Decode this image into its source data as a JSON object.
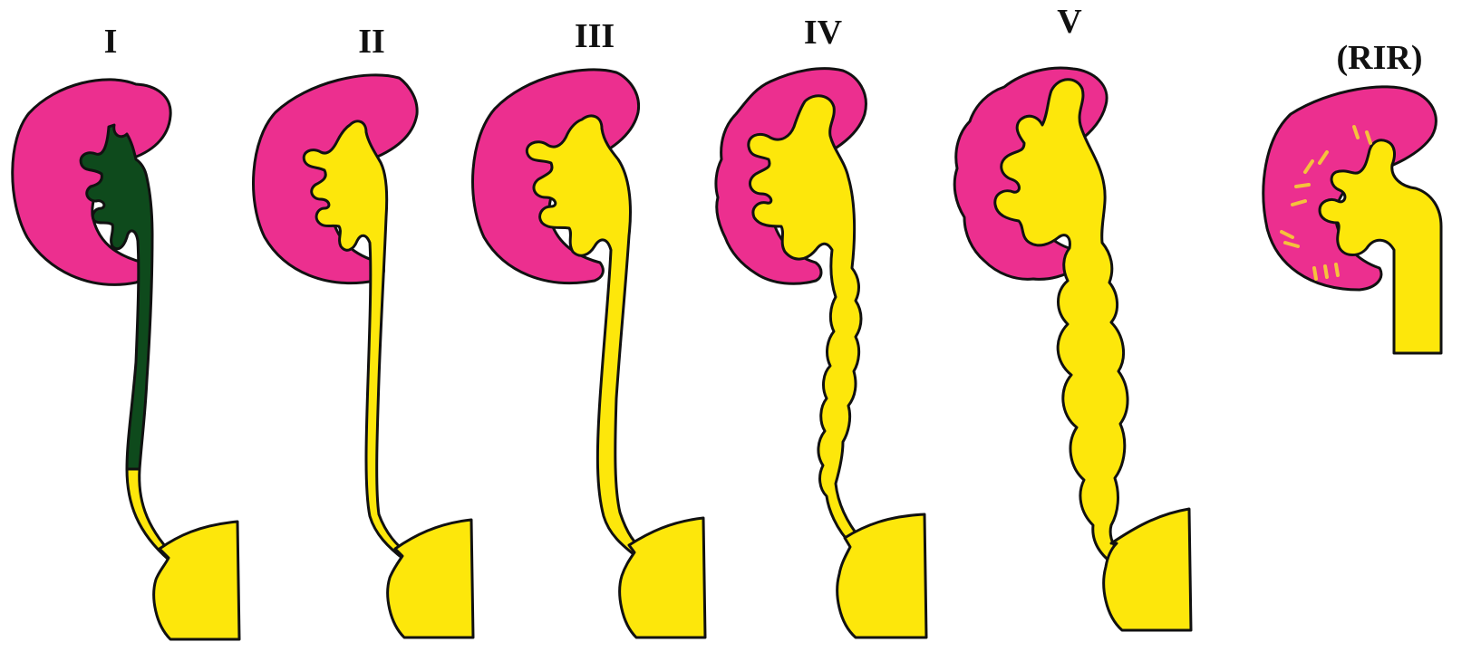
{
  "colors": {
    "kidney": "#ec2f8f",
    "urine": "#fde70b",
    "reflux_grade_I": "#0e4a1c",
    "outline": "#111111",
    "background": "#ffffff",
    "intrarenal_marks": "#f5c23c"
  },
  "grades": [
    {
      "label": "I"
    },
    {
      "label": "II"
    },
    {
      "label": "III"
    },
    {
      "label": "IV"
    },
    {
      "label": "V"
    },
    {
      "label": "(RIR)"
    }
  ]
}
